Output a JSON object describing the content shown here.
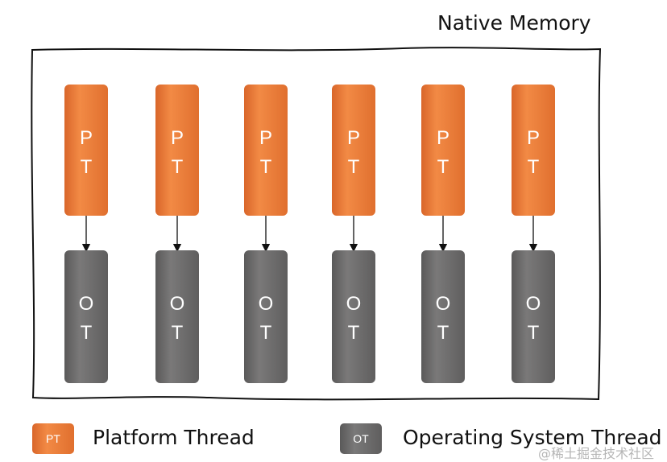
{
  "title": "Native Memory",
  "platform_thread_label": [
    "P",
    "T"
  ],
  "os_thread_label": [
    "O",
    "T"
  ],
  "thread_pair_count": 6,
  "legend": {
    "platform": {
      "abbr": "PT",
      "label": "Platform Thread",
      "color": "#ee7a33"
    },
    "os": {
      "abbr": "OT",
      "label": "Operating System Thread",
      "color": "#6b6a6a"
    }
  },
  "watermark": "@稀土掘金技术社区",
  "colors": {
    "platform": "#ee7a33",
    "os": "#6b6a6a",
    "border": "#111111"
  }
}
